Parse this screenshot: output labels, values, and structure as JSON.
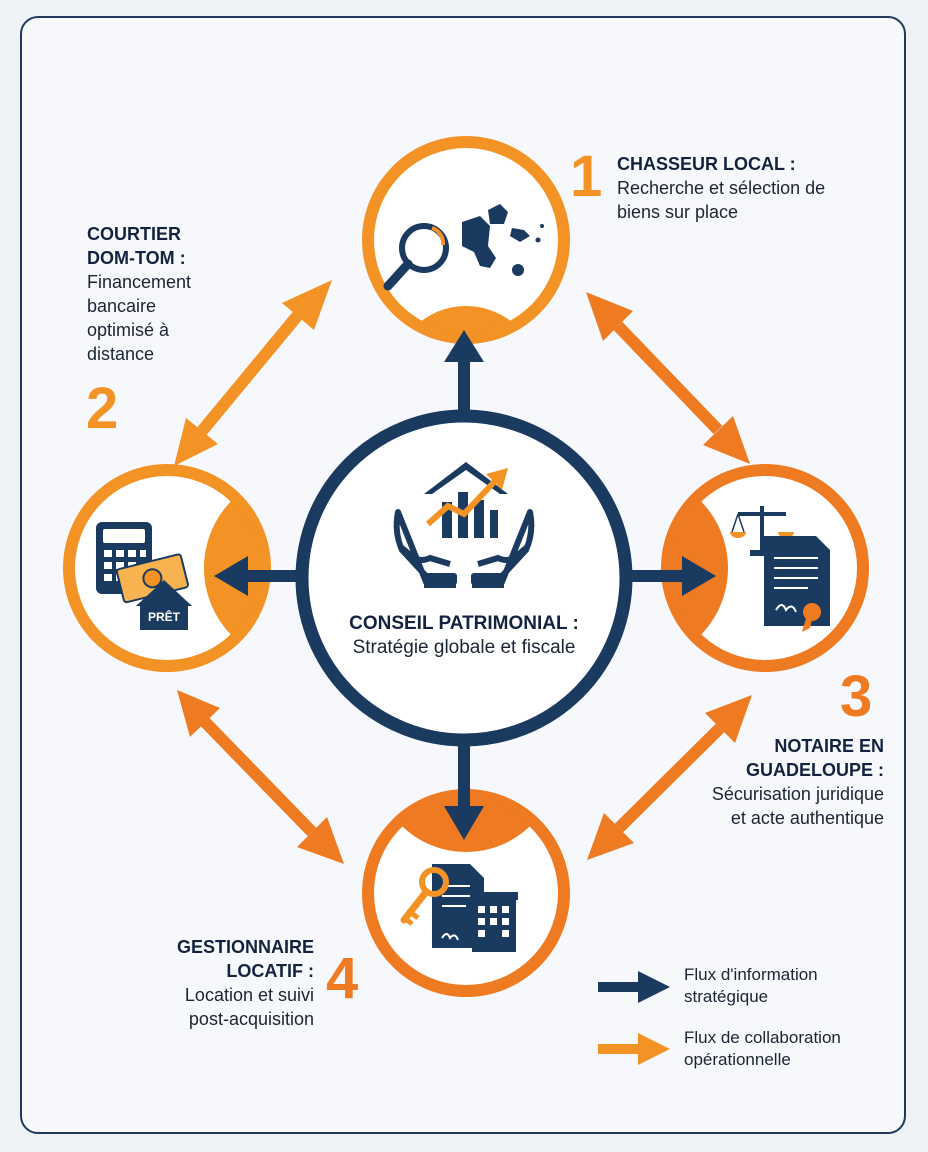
{
  "colors": {
    "navy": "#1a3a60",
    "orange": "#f39325",
    "orange_dark": "#ee7a22",
    "background": "#f7f8fb"
  },
  "center": {
    "title": "CONSEIL PATRIMONIAL :",
    "subtitle": "Stratégie globale et fiscale",
    "icon": "house-growth-hands-icon"
  },
  "nodes": [
    {
      "number": "1",
      "title": "CHASSEUR LOCAL :",
      "description": "Recherche et sélection de biens sur place",
      "icon": "magnifier-map-icon"
    },
    {
      "number": "2",
      "title": "COURTIER DOM-TOM :",
      "description": "Financement bancaire optimisé à distance",
      "icon": "calculator-loan-icon",
      "icon_label": "PRÊT"
    },
    {
      "number": "3",
      "title": "NOTAIRE EN GUADELOUPE :",
      "description": "Sécurisation juridique et acte authentique",
      "icon": "scales-contract-icon"
    },
    {
      "number": "4",
      "title": "GESTIONNAIRE LOCATIF :",
      "description": "Location et suivi post-acquisition",
      "icon": "keys-document-building-icon"
    }
  ],
  "legend": [
    {
      "label": "Flux d'information stratégique",
      "color": "#1a3a60"
    },
    {
      "label": "Flux de collaboration opérationnelle",
      "color": "#f39325"
    }
  ]
}
